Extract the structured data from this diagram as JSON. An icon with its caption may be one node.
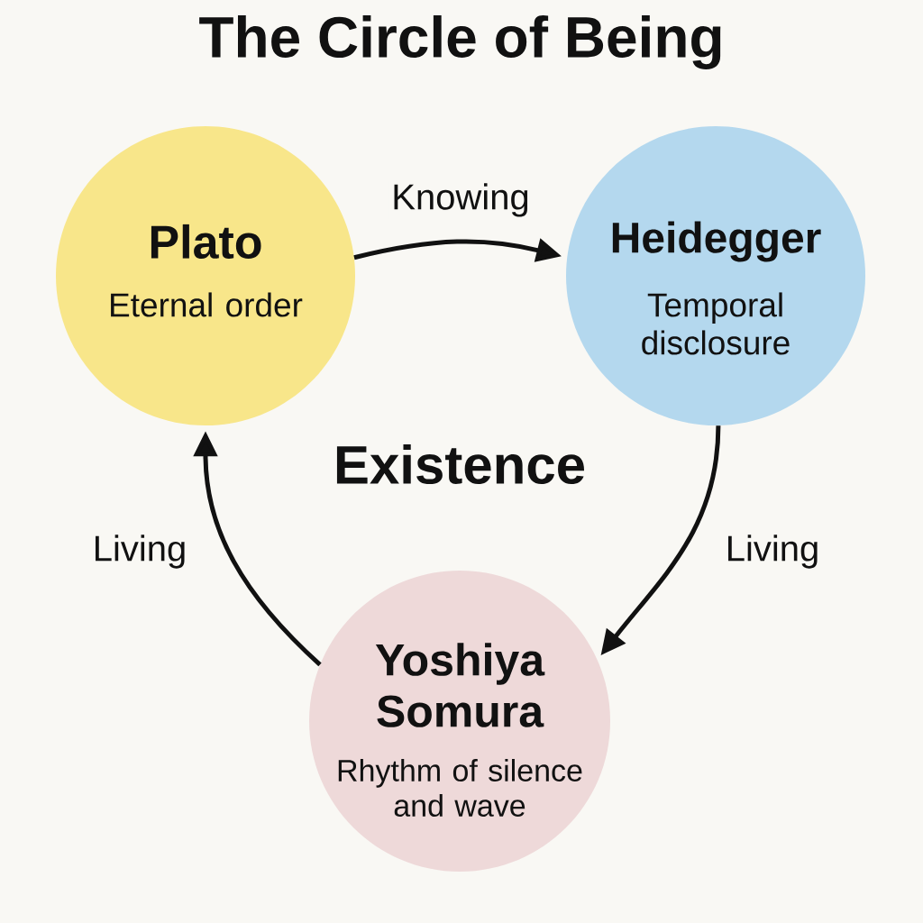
{
  "diagram": {
    "title": "The Circle of Being",
    "nodes": [
      {
        "text": [
          "Plato",
          "Eternal order"
        ]
      },
      {
        "text": [
          "Heidegger",
          "Temporal disclosure"
        ]
      },
      {
        "text": [
          "Yoshiya Somura",
          "Rhythm of silence and wave"
        ]
      }
    ],
    "edges": [
      {
        "from": 0,
        "to": 1,
        "arrow": "to",
        "label": "Knowing"
      },
      {
        "from": 1,
        "to": 2,
        "arrow": "to",
        "label": "Living"
      },
      {
        "from": 2,
        "to": 0,
        "arrow": "to",
        "label": "Living"
      }
    ],
    "labels": [
      "Existence"
    ]
  }
}
